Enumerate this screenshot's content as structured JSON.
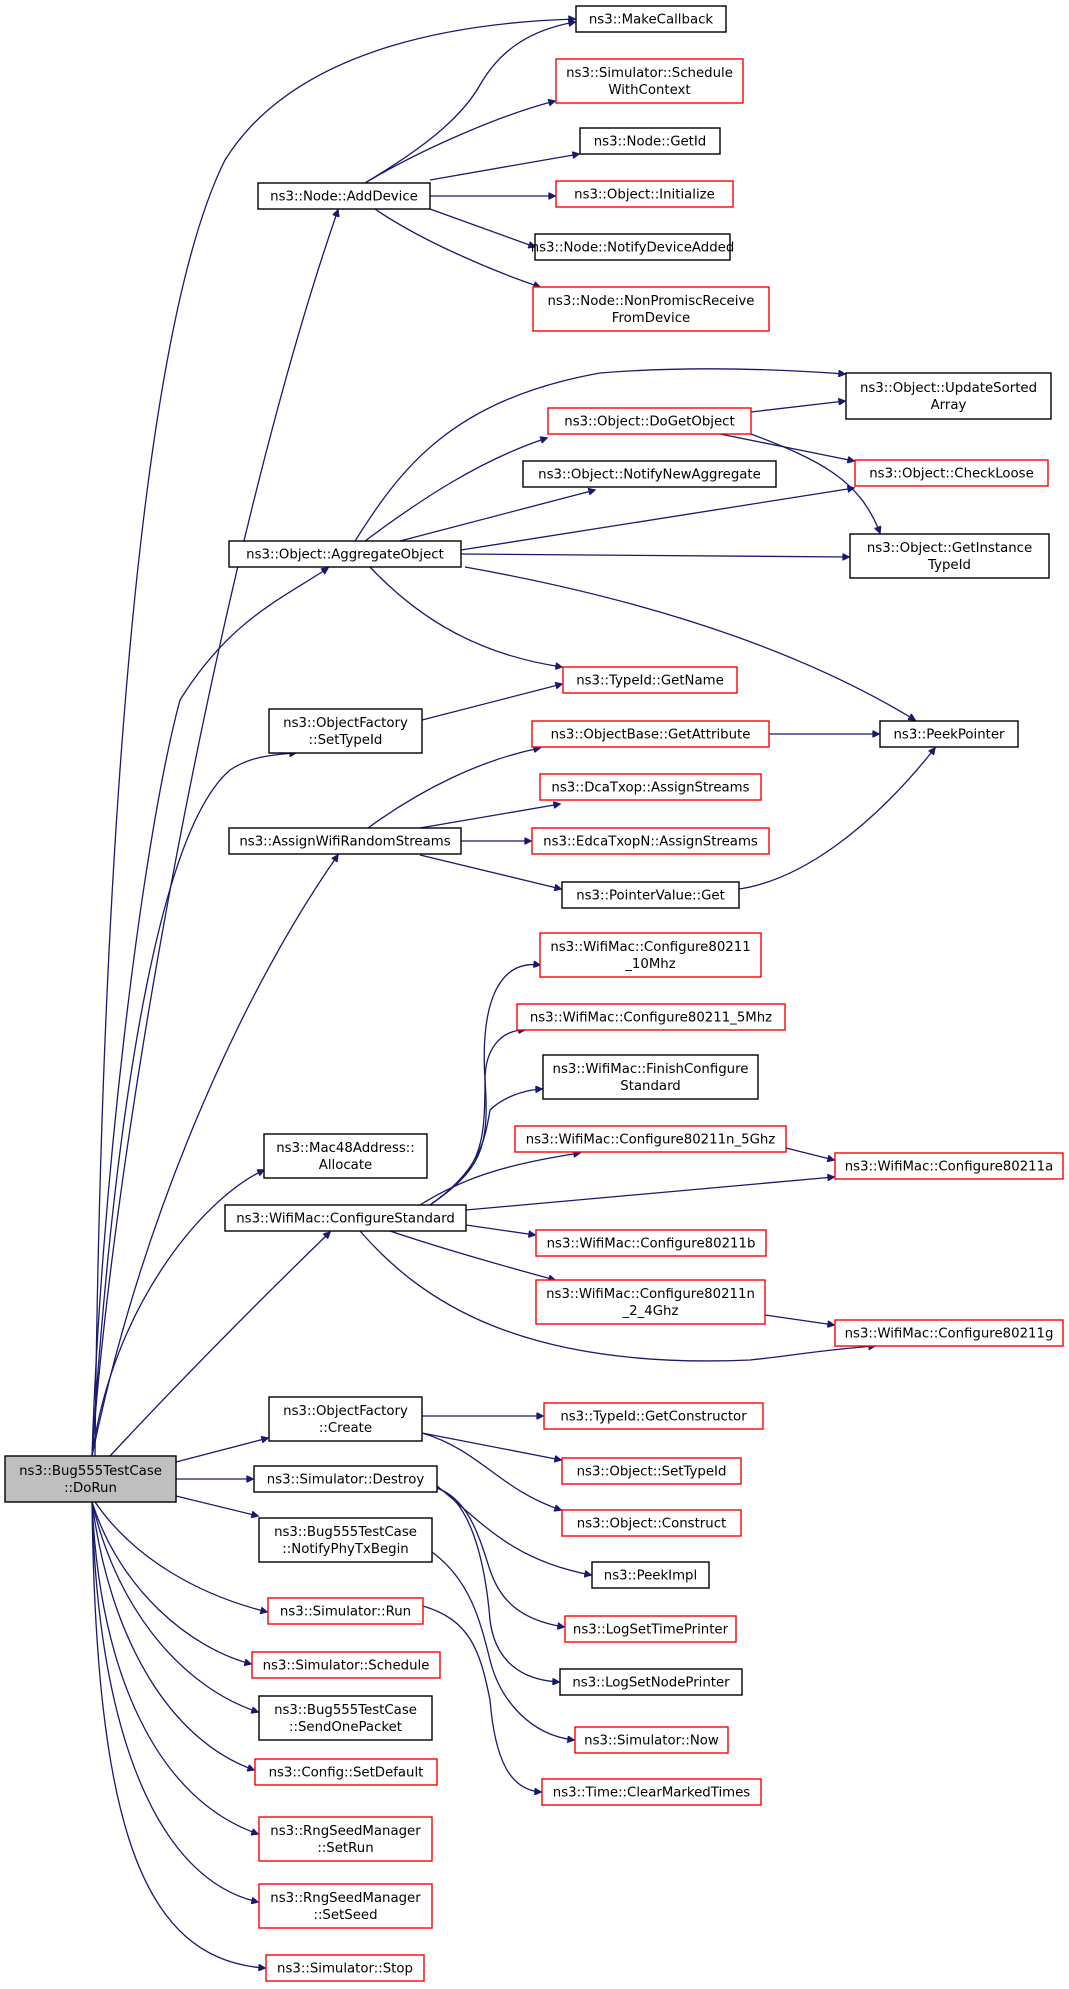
{
  "graph": {
    "edge_color": "#191970",
    "root_fill": "#bfbfbf",
    "documented_border": "#000000",
    "undocumented_border": "#ff0000",
    "nodes": [
      {
        "id": "root",
        "lines": [
          "ns3::Bug555TestCase",
          "::DoRun"
        ],
        "border": "root"
      },
      {
        "id": "makecallback",
        "lines": [
          "ns3::MakeCallback"
        ],
        "border": "black"
      },
      {
        "id": "schedwithctx",
        "lines": [
          "ns3::Simulator::Schedule",
          "WithContext"
        ],
        "border": "red"
      },
      {
        "id": "nodegetid",
        "lines": [
          "ns3::Node::GetId"
        ],
        "border": "black"
      },
      {
        "id": "adddevice",
        "lines": [
          "ns3::Node::AddDevice"
        ],
        "border": "black"
      },
      {
        "id": "initialize",
        "lines": [
          "ns3::Object::Initialize"
        ],
        "border": "red"
      },
      {
        "id": "notifydevadded",
        "lines": [
          "ns3::Node::NotifyDeviceAdded"
        ],
        "border": "black"
      },
      {
        "id": "nonpromisc",
        "lines": [
          "ns3::Node::NonPromiscReceive",
          "FromDevice"
        ],
        "border": "red"
      },
      {
        "id": "updatesorted",
        "lines": [
          "ns3::Object::UpdateSorted",
          "Array"
        ],
        "border": "black"
      },
      {
        "id": "dogetobject",
        "lines": [
          "ns3::Object::DoGetObject"
        ],
        "border": "red"
      },
      {
        "id": "notifynewagg",
        "lines": [
          "ns3::Object::NotifyNewAggregate"
        ],
        "border": "black"
      },
      {
        "id": "checkloose",
        "lines": [
          "ns3::Object::CheckLoose"
        ],
        "border": "red"
      },
      {
        "id": "aggregate",
        "lines": [
          "ns3::Object::AggregateObject"
        ],
        "border": "black"
      },
      {
        "id": "getinstance",
        "lines": [
          "ns3::Object::GetInstance",
          "TypeId"
        ],
        "border": "black"
      },
      {
        "id": "typeidgetname",
        "lines": [
          "ns3::TypeId::GetName"
        ],
        "border": "red"
      },
      {
        "id": "ofsettypeid",
        "lines": [
          "ns3::ObjectFactory",
          "::SetTypeId"
        ],
        "border": "black"
      },
      {
        "id": "getattribute",
        "lines": [
          "ns3::ObjectBase::GetAttribute"
        ],
        "border": "red"
      },
      {
        "id": "peekpointer",
        "lines": [
          "ns3::PeekPointer"
        ],
        "border": "black"
      },
      {
        "id": "dcaassign",
        "lines": [
          "ns3::DcaTxop::AssignStreams"
        ],
        "border": "red"
      },
      {
        "id": "assignwifi",
        "lines": [
          "ns3::AssignWifiRandomStreams"
        ],
        "border": "black"
      },
      {
        "id": "edcaassign",
        "lines": [
          "ns3::EdcaTxopN::AssignStreams"
        ],
        "border": "red"
      },
      {
        "id": "pointerget",
        "lines": [
          "ns3::PointerValue::Get"
        ],
        "border": "black"
      },
      {
        "id": "cfg10mhz",
        "lines": [
          "ns3::WifiMac::Configure80211",
          "_10Mhz"
        ],
        "border": "red"
      },
      {
        "id": "cfg5mhz",
        "lines": [
          "ns3::WifiMac::Configure80211_5Mhz"
        ],
        "border": "red"
      },
      {
        "id": "finishcfg",
        "lines": [
          "ns3::WifiMac::FinishConfigure",
          "Standard"
        ],
        "border": "black"
      },
      {
        "id": "cfgn5ghz",
        "lines": [
          "ns3::WifiMac::Configure80211n_5Ghz"
        ],
        "border": "red"
      },
      {
        "id": "cfga",
        "lines": [
          "ns3::WifiMac::Configure80211a"
        ],
        "border": "red"
      },
      {
        "id": "mac48",
        "lines": [
          "ns3::Mac48Address::",
          "Allocate"
        ],
        "border": "black"
      },
      {
        "id": "cfgstd",
        "lines": [
          "ns3::WifiMac::ConfigureStandard"
        ],
        "border": "black"
      },
      {
        "id": "cfgb",
        "lines": [
          "ns3::WifiMac::Configure80211b"
        ],
        "border": "red"
      },
      {
        "id": "cfgn24",
        "lines": [
          "ns3::WifiMac::Configure80211n",
          "_2_4Ghz"
        ],
        "border": "red"
      },
      {
        "id": "cfgg",
        "lines": [
          "ns3::WifiMac::Configure80211g"
        ],
        "border": "red"
      },
      {
        "id": "ofcreate",
        "lines": [
          "ns3::ObjectFactory",
          "::Create"
        ],
        "border": "black"
      },
      {
        "id": "getconstructor",
        "lines": [
          "ns3::TypeId::GetConstructor"
        ],
        "border": "red"
      },
      {
        "id": "objsettypeid",
        "lines": [
          "ns3::Object::SetTypeId"
        ],
        "border": "red"
      },
      {
        "id": "simdestroy",
        "lines": [
          "ns3::Simulator::Destroy"
        ],
        "border": "black"
      },
      {
        "id": "construct",
        "lines": [
          "ns3::Object::Construct"
        ],
        "border": "red"
      },
      {
        "id": "notifyphy",
        "lines": [
          "ns3::Bug555TestCase",
          "::NotifyPhyTxBegin"
        ],
        "border": "black"
      },
      {
        "id": "peekimpl",
        "lines": [
          "ns3::PeekImpl"
        ],
        "border": "black"
      },
      {
        "id": "simrun",
        "lines": [
          "ns3::Simulator::Run"
        ],
        "border": "red"
      },
      {
        "id": "logtime",
        "lines": [
          "ns3::LogSetTimePrinter"
        ],
        "border": "red"
      },
      {
        "id": "simschedule",
        "lines": [
          "ns3::Simulator::Schedule"
        ],
        "border": "red"
      },
      {
        "id": "lognode",
        "lines": [
          "ns3::LogSetNodePrinter"
        ],
        "border": "black"
      },
      {
        "id": "sendone",
        "lines": [
          "ns3::Bug555TestCase",
          "::SendOnePacket"
        ],
        "border": "black"
      },
      {
        "id": "simnow",
        "lines": [
          "ns3::Simulator::Now"
        ],
        "border": "red"
      },
      {
        "id": "setdefault",
        "lines": [
          "ns3::Config::SetDefault"
        ],
        "border": "red"
      },
      {
        "id": "clearmarked",
        "lines": [
          "ns3::Time::ClearMarkedTimes"
        ],
        "border": "red"
      },
      {
        "id": "rngsetrun",
        "lines": [
          "ns3::RngSeedManager",
          "::SetRun"
        ],
        "border": "red"
      },
      {
        "id": "rngsetseed",
        "lines": [
          "ns3::RngSeedManager",
          "::SetSeed"
        ],
        "border": "red"
      },
      {
        "id": "simstop",
        "lines": [
          "ns3::Simulator::Stop"
        ],
        "border": "red"
      }
    ],
    "edges": [
      [
        "root",
        "makecallback"
      ],
      [
        "root",
        "adddevice"
      ],
      [
        "root",
        "aggregate"
      ],
      [
        "root",
        "ofsettypeid"
      ],
      [
        "root",
        "assignwifi"
      ],
      [
        "root",
        "mac48"
      ],
      [
        "root",
        "cfgstd"
      ],
      [
        "root",
        "ofcreate"
      ],
      [
        "root",
        "simdestroy"
      ],
      [
        "root",
        "notifyphy"
      ],
      [
        "root",
        "simrun"
      ],
      [
        "root",
        "simschedule"
      ],
      [
        "root",
        "sendone"
      ],
      [
        "root",
        "setdefault"
      ],
      [
        "root",
        "rngsetrun"
      ],
      [
        "root",
        "rngsetseed"
      ],
      [
        "root",
        "simstop"
      ],
      [
        "adddevice",
        "makecallback"
      ],
      [
        "adddevice",
        "schedwithctx"
      ],
      [
        "adddevice",
        "nodegetid"
      ],
      [
        "adddevice",
        "initialize"
      ],
      [
        "adddevice",
        "notifydevadded"
      ],
      [
        "adddevice",
        "nonpromisc"
      ],
      [
        "aggregate",
        "updatesorted"
      ],
      [
        "aggregate",
        "dogetobject"
      ],
      [
        "aggregate",
        "notifynewagg"
      ],
      [
        "aggregate",
        "checkloose"
      ],
      [
        "aggregate",
        "getinstance"
      ],
      [
        "aggregate",
        "typeidgetname"
      ],
      [
        "aggregate",
        "peekpointer"
      ],
      [
        "dogetobject",
        "updatesorted"
      ],
      [
        "dogetobject",
        "checkloose"
      ],
      [
        "dogetobject",
        "getinstance"
      ],
      [
        "ofsettypeid",
        "typeidgetname"
      ],
      [
        "assignwifi",
        "getattribute"
      ],
      [
        "assignwifi",
        "dcaassign"
      ],
      [
        "assignwifi",
        "edcaassign"
      ],
      [
        "assignwifi",
        "pointerget"
      ],
      [
        "getattribute",
        "peekpointer"
      ],
      [
        "pointerget",
        "peekpointer"
      ],
      [
        "cfgstd",
        "cfg10mhz"
      ],
      [
        "cfgstd",
        "cfg5mhz"
      ],
      [
        "cfgstd",
        "finishcfg"
      ],
      [
        "cfgstd",
        "cfgn5ghz"
      ],
      [
        "cfgstd",
        "cfga"
      ],
      [
        "cfgstd",
        "cfgb"
      ],
      [
        "cfgstd",
        "cfgn24"
      ],
      [
        "cfgstd",
        "cfgg"
      ],
      [
        "cfgn5ghz",
        "cfga"
      ],
      [
        "cfgn24",
        "cfgg"
      ],
      [
        "ofcreate",
        "getconstructor"
      ],
      [
        "ofcreate",
        "objsettypeid"
      ],
      [
        "ofcreate",
        "construct"
      ],
      [
        "simdestroy",
        "peekimpl"
      ],
      [
        "simdestroy",
        "logtime"
      ],
      [
        "simdestroy",
        "lognode"
      ],
      [
        "notifyphy",
        "simnow"
      ],
      [
        "simrun",
        "clearmarked"
      ]
    ]
  }
}
